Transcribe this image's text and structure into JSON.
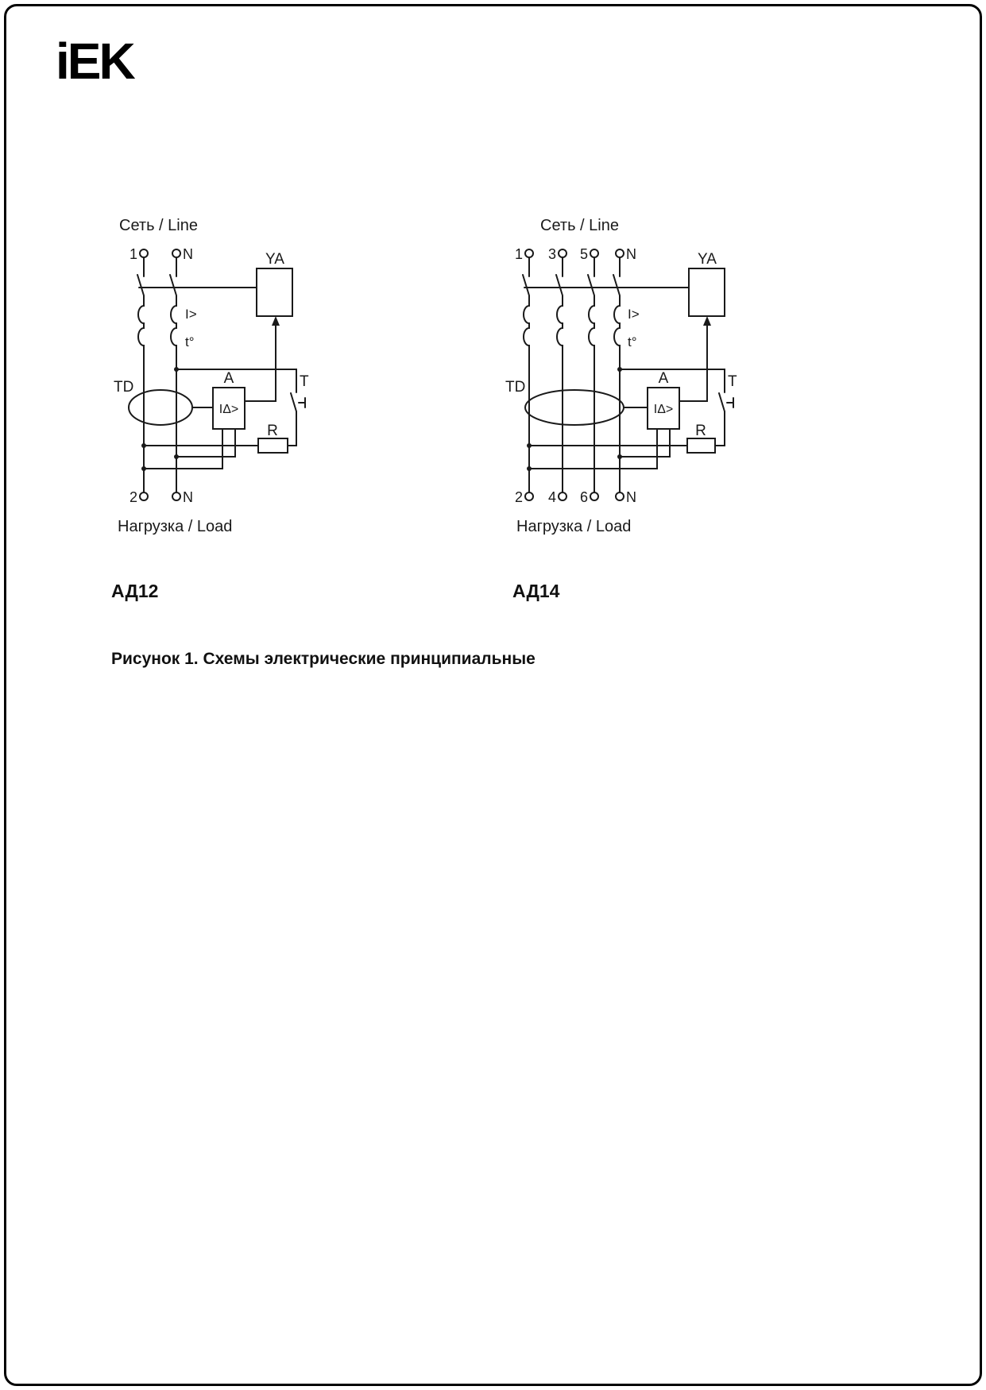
{
  "page": {
    "logo_text": "iEK",
    "figure_caption": "Рисунок 1. Схемы электрические принципиальные"
  },
  "diagram_left": {
    "title": "АД12",
    "line_label": "Сеть / Line",
    "load_label": "Нагрузка / Load",
    "terminals_top": {
      "t1": "1",
      "tn": "N"
    },
    "terminals_bottom": {
      "t1": "2",
      "tn": "N"
    },
    "components": {
      "trip_coil": "YA",
      "overcurrent": "I>",
      "thermal": "t°",
      "transformer": "TD",
      "amplifier": "A",
      "differential": "IΔ>",
      "test_button": "T",
      "resistor": "R"
    }
  },
  "diagram_right": {
    "title": "АД14",
    "line_label": "Сеть / Line",
    "load_label": "Нагрузка / Load",
    "terminals_top": {
      "t1": "1",
      "t2": "3",
      "t3": "5",
      "tn": "N"
    },
    "terminals_bottom": {
      "t1": "2",
      "t2": "4",
      "t3": "6",
      "tn": "N"
    },
    "components": {
      "trip_coil": "YA",
      "overcurrent": "I>",
      "thermal": "t°",
      "transformer": "TD",
      "amplifier": "A",
      "differential": "IΔ>",
      "test_button": "T",
      "resistor": "R"
    }
  }
}
